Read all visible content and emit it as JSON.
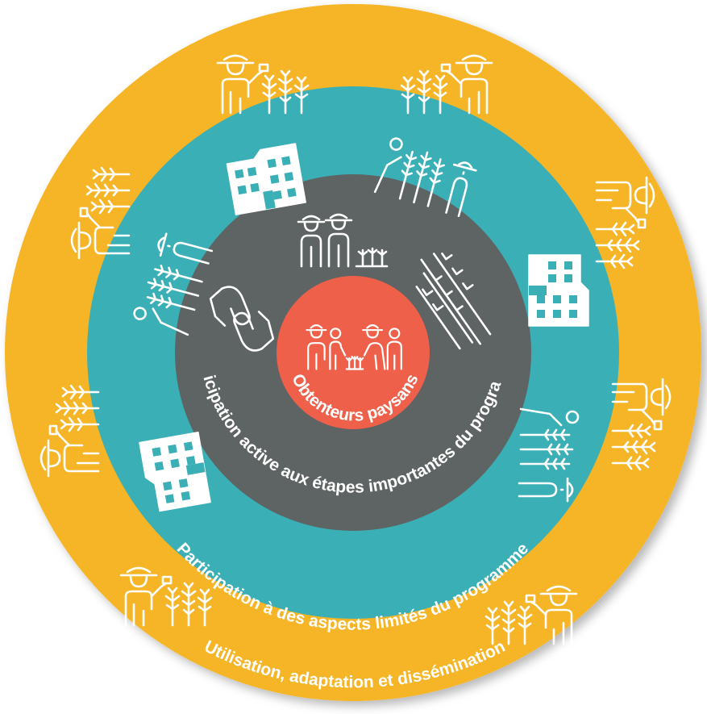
{
  "rings": {
    "outer": {
      "label": "Utilisation, adaptation et dissémination",
      "color": "#F5B527"
    },
    "middle": {
      "label": "Participation à des aspects limités du programme",
      "color": "#3AAFB6"
    },
    "inner": {
      "label": "Participation active aux étapes importantes du programme",
      "color": "#5E6463"
    },
    "core": {
      "label": "Obtenteurs paysans",
      "color": "#EE604A"
    }
  },
  "icons": {
    "outer": [
      "farmer-with-plants-icon",
      "farmer-with-plants-icon",
      "farmer-with-plants-icon",
      "farmer-with-plants-icon",
      "farmer-with-plants-icon",
      "farmer-with-plants-icon",
      "farmer-with-plants-icon",
      "farmer-with-plants-icon"
    ],
    "middle": [
      "building-icon",
      "researcher-field-icon",
      "building-icon",
      "researcher-field-icon",
      "building-icon",
      "researcher-field-icon"
    ],
    "inner": [
      "two-farmers-icon",
      "crop-rows-icon",
      "handshake-icon"
    ],
    "core": [
      "farmers-and-researchers-icon"
    ]
  }
}
